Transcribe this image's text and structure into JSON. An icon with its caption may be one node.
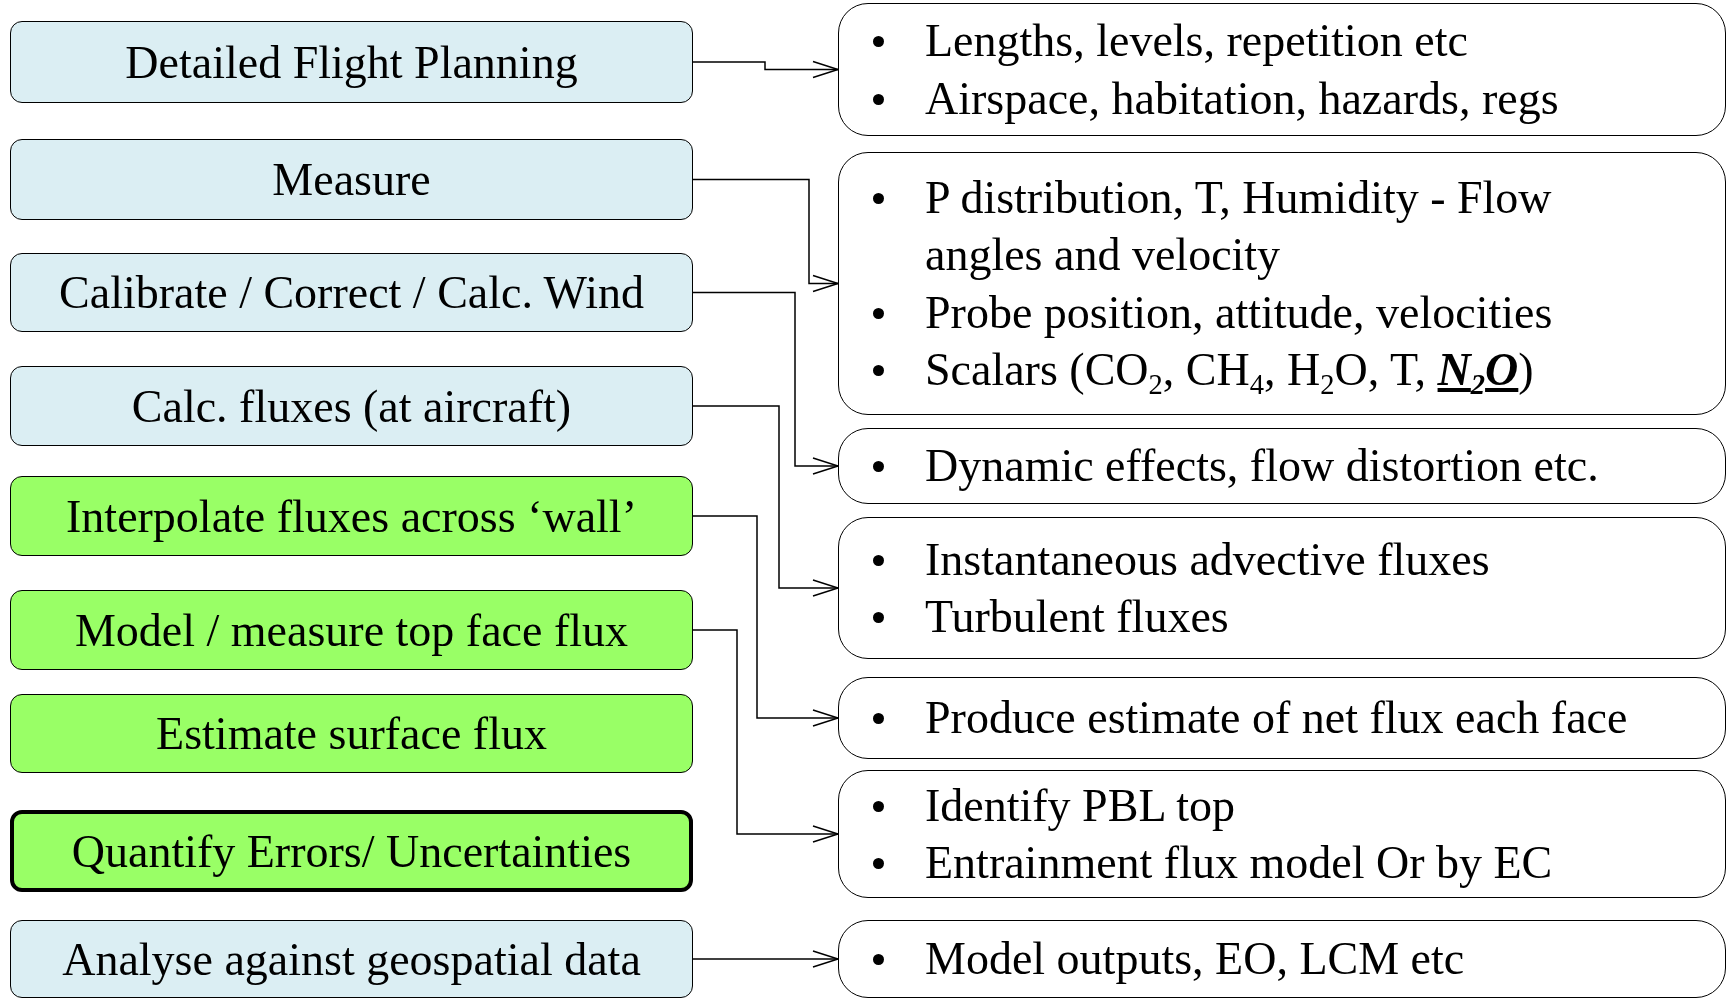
{
  "diagram": {
    "nodes": [
      {
        "text": [
          "Detailed Flight Planning"
        ]
      },
      {
        "text": [
          "Measure"
        ]
      },
      {
        "text": [
          "Calibrate / Correct / Calc. Wind"
        ]
      },
      {
        "text": [
          "Calc. fluxes (at aircraft)"
        ]
      },
      {
        "text": [
          "Interpolate fluxes across ‘wall’"
        ]
      },
      {
        "text": [
          "Model / measure top face flux"
        ]
      },
      {
        "text": [
          "Estimate surface flux"
        ]
      },
      {
        "text": [
          "Quantify Errors/ Uncertainties"
        ]
      },
      {
        "text": [
          "Analyse against geospatial data"
        ]
      },
      {
        "text": [
          "Lengths, levels, repetition etc",
          "Airspace, habitation, hazards, regs"
        ]
      },
      {
        "text": [
          "P distribution, T, Humidity - Flow angles and velocity",
          "Probe position, attitude, velocities",
          "Scalars (CO$_{2}$, CH$_{4}$, H$_{2}$O, T, **N$_{2}$O**)"
        ]
      },
      {
        "text": [
          "Dynamic effects, flow distortion etc."
        ]
      },
      {
        "text": [
          "Instantaneous advective fluxes",
          "Turbulent fluxes"
        ]
      },
      {
        "text": [
          "Produce estimate of net flux each face"
        ]
      },
      {
        "text": [
          "Identify PBL top",
          "Entrainment flux model Or by EC"
        ]
      },
      {
        "text": [
          "Model outputs, EO, LCM etc"
        ]
      }
    ],
    "edges": [
      {
        "from": 0,
        "to": 9,
        "arrow": "to"
      },
      {
        "from": 1,
        "to": 10,
        "arrow": "to"
      },
      {
        "from": 2,
        "to": 11,
        "arrow": "to"
      },
      {
        "from": 3,
        "to": 12,
        "arrow": "to"
      },
      {
        "from": 4,
        "to": 13,
        "arrow": "to"
      },
      {
        "from": 5,
        "to": 14,
        "arrow": "to"
      },
      {
        "from": 8,
        "to": 15,
        "arrow": "to"
      }
    ]
  }
}
